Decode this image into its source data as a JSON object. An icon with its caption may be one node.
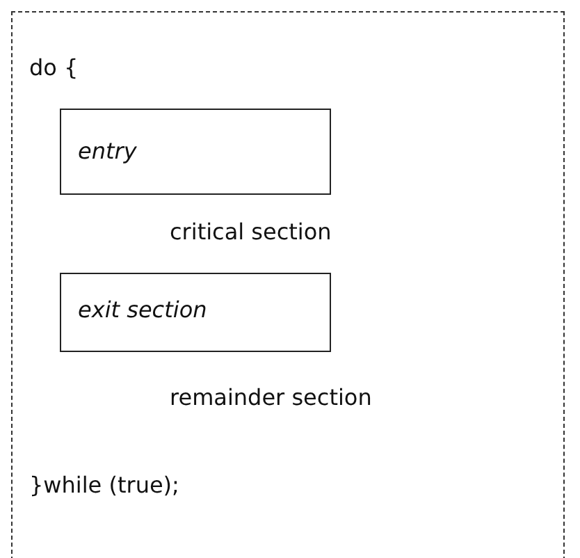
{
  "diagram": {
    "nodes": [
      {
        "text": [
          "do {",
          "}while (true);"
        ]
      },
      {
        "text": [
          "entry"
        ],
        "in": 0
      },
      {
        "text": [
          "exit section"
        ],
        "in": 0
      }
    ],
    "edges": [],
    "labels": [
      "critical section",
      "remainder section"
    ]
  }
}
